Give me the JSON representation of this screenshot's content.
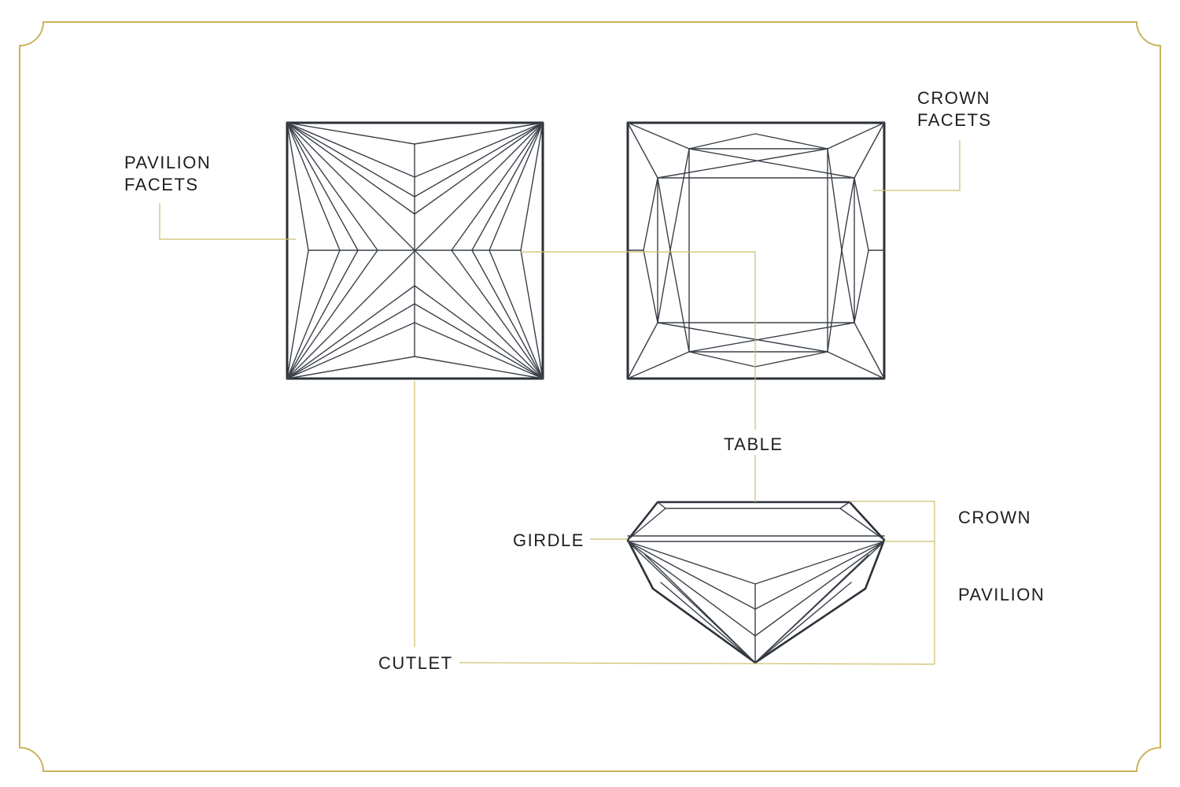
{
  "colors": {
    "frame": "#c8b45a",
    "leader": "#cdbd6a",
    "ink": "#3a4048",
    "text": "#1e1e1e"
  },
  "labels": {
    "pavilion_facets": [
      "PAVILION",
      "FACETS"
    ],
    "crown_facets": [
      "CROWN",
      "FACETS"
    ],
    "table": "TABLE",
    "crown": "CROWN",
    "girdle": "GIRDLE",
    "pavilion": "PAVILION",
    "culet": "CUTLET"
  }
}
